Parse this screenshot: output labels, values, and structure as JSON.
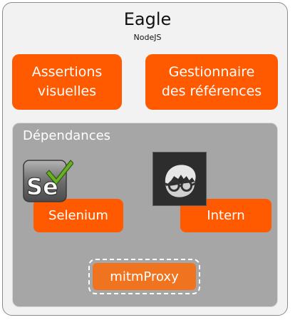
{
  "diagram": {
    "title": "Eagle",
    "subtitle": "NodeJS",
    "modules": [
      {
        "label_line1": "Assertions",
        "label_line2": "visuelles"
      },
      {
        "label_line1": "Gestionnaire",
        "label_line2": "des références"
      }
    ],
    "dependencies": {
      "label": "Dépendances",
      "items": [
        "Selenium",
        "Intern"
      ],
      "optional_item": "mitmProxy",
      "selenium_logo_text": "Se"
    }
  },
  "colors": {
    "module_fill": "#ff5a00",
    "proxy_fill": "#f0731f",
    "container_fill": "#f2f2f2",
    "dependency_fill": "#a6a6a6",
    "selenium_check": "#6ab023"
  },
  "icons": [
    "selenium-logo-icon",
    "intern-logo-icon"
  ]
}
